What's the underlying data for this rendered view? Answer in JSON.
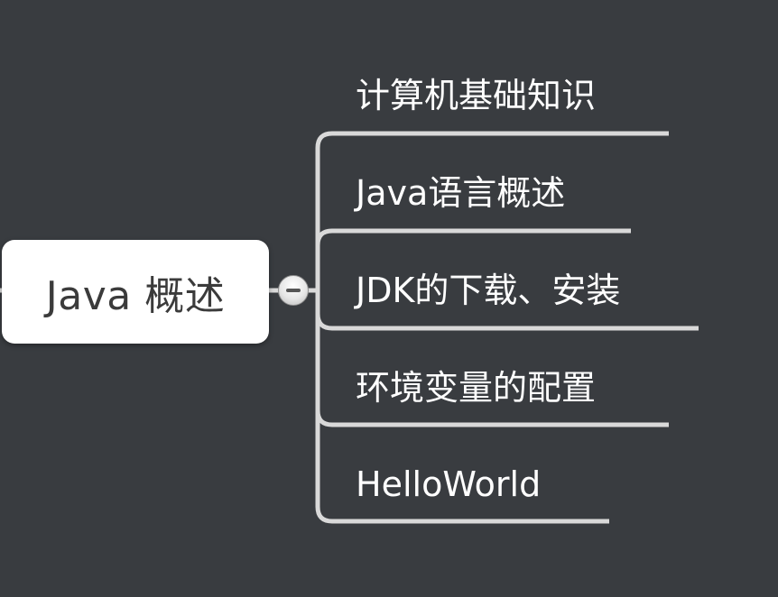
{
  "root": {
    "label": "Java 概述"
  },
  "topics": [
    {
      "label": "计算机基础知识"
    },
    {
      "label": "Java语言概述"
    },
    {
      "label": "JDK的下载、安装"
    },
    {
      "label": "环境变量的配置"
    },
    {
      "label": "HelloWorld"
    }
  ],
  "colors": {
    "background": "#393c40",
    "connector": "#d9d9d9",
    "root_fill": "#ffffff",
    "root_text": "#3b3b3b",
    "topic_text": "#ffffff"
  },
  "icons": {
    "toggle": "minus-circle-icon"
  }
}
